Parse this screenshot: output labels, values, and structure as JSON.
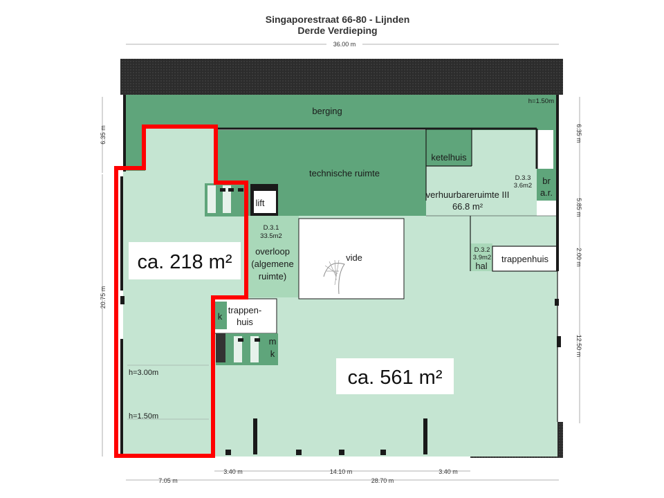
{
  "title": {
    "line1": "Singaporestraat 66-80 - Lijnden",
    "line2": "Derde Verdieping"
  },
  "dimensions": {
    "top_total": "36.00 m",
    "left_upper": "6.35 m",
    "left_main": "20.75 m",
    "right_1": "6.35 m",
    "right_2": "5.85 m",
    "right_3": "2.00 m",
    "right_4": "12.50 m",
    "bottom_1": "7.05 m",
    "bottom_2": "3.40 m",
    "bottom_3": "14.10 m",
    "bottom_4": "28.70 m",
    "bottom_5": "3.40 m"
  },
  "rooms": {
    "berging": "berging",
    "height_top": "h=1.50m",
    "technische": "technische ruimte",
    "ketelhuis": "ketelhuis",
    "d33_code": "D.3.3",
    "d33_area": "3.6m2",
    "br": "br",
    "ar": "a.r.",
    "verhuur_name": "verhuurbareruimte III",
    "verhuur_area": "66.8 m²",
    "lift": "lift",
    "d31_code": "D.3.1",
    "d31_area": "33.5m2",
    "overloop_1": "overloop",
    "overloop_2": "(algemene",
    "overloop_3": "ruimte)",
    "vide": "vide",
    "d32_code": "D.3.2",
    "d32_area": "3.9m2",
    "hal": "hal",
    "trappenhuis_right": "trappenhuis",
    "trappen_1": "trappen-",
    "trappen_2": "huis",
    "k1": "k",
    "m": "m",
    "k2": "k",
    "h300": "h=3.00m",
    "h150": "h=1.50m"
  },
  "areas": {
    "left": "ca. 218 m²",
    "main": "ca. 561 m²"
  },
  "colors": {
    "light_green": "#c5e5d2",
    "mid_green": "#a9d8b9",
    "dark_green": "#5fa57b",
    "roof": "#2a2a2a",
    "wall": "#1a1a1a",
    "highlight": "#ff0000"
  }
}
